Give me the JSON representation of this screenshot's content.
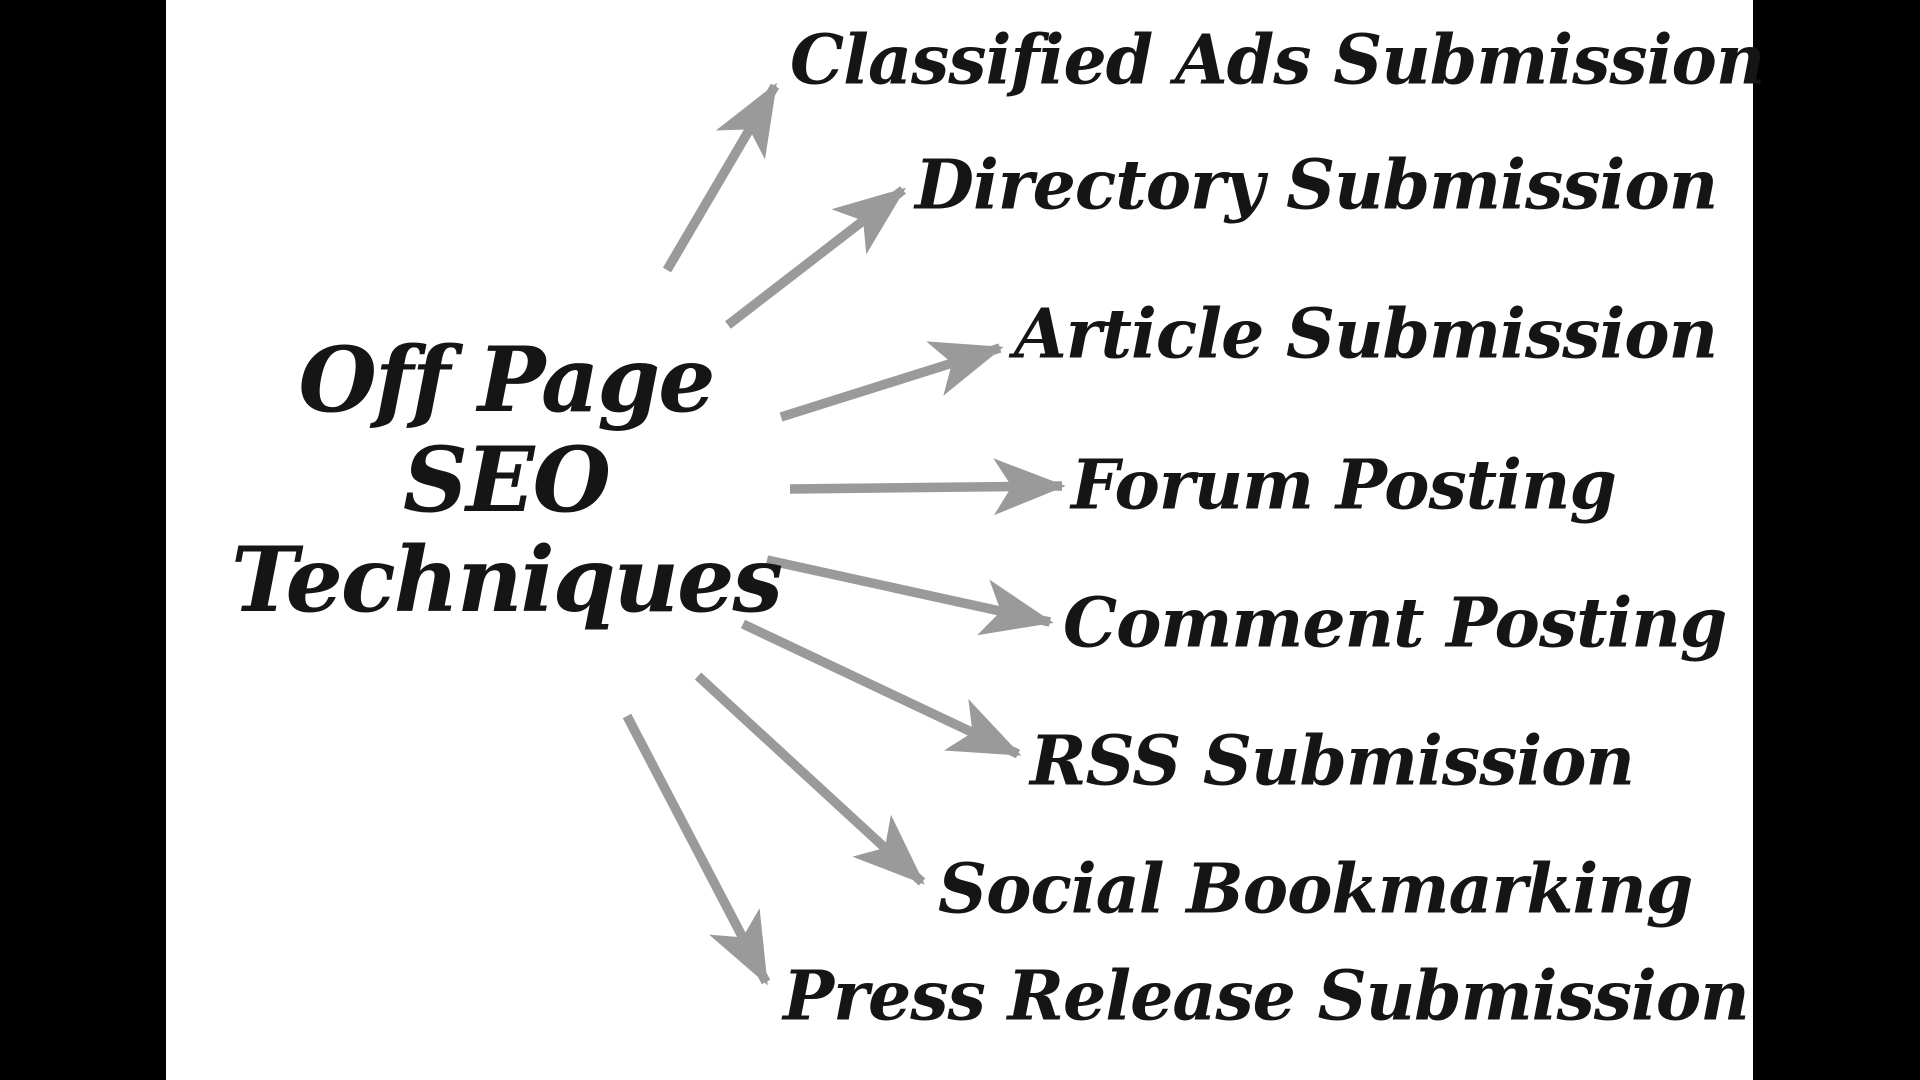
{
  "title": {
    "line1": "Off Page",
    "line2": "SEO",
    "line3": "Techniques"
  },
  "items": [
    {
      "label": "Classified Ads Submission"
    },
    {
      "label": "Directory Submission"
    },
    {
      "label": "Article Submission"
    },
    {
      "label": "Forum Posting"
    },
    {
      "label": "Comment Posting"
    },
    {
      "label": "RSS Submission"
    },
    {
      "label": "Social Bookmarking"
    },
    {
      "label": "Press Release Submission"
    }
  ],
  "colors": {
    "background": "#000000",
    "canvas": "#ffffff",
    "text": "#151515",
    "arrow": "#9a9a9a"
  }
}
